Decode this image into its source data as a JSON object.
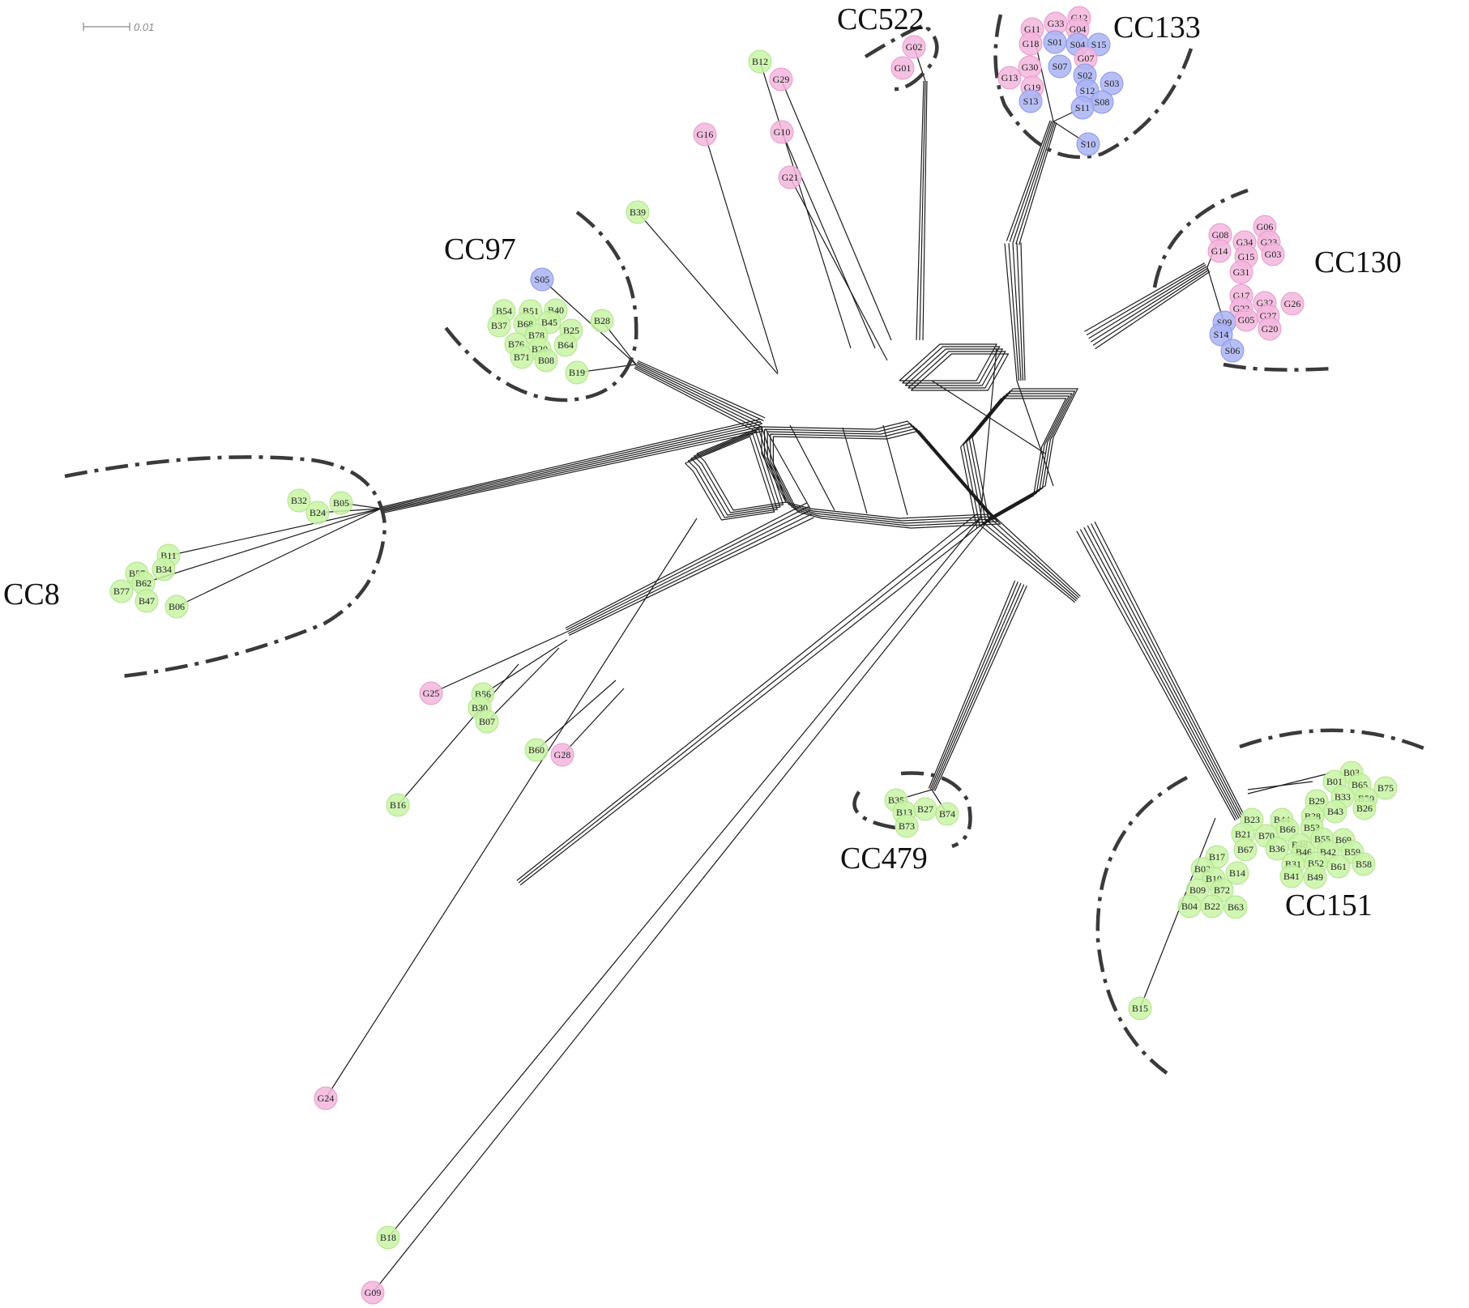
{
  "scale_bar": {
    "label": "0.01"
  },
  "colors": {
    "B": "#c9f3a6",
    "G": "#f3b6dd",
    "S": "#a9b3f3"
  },
  "groups": [
    {
      "name": "CC522",
      "nodes": [
        "G02",
        "G01"
      ]
    },
    {
      "name": "CC133",
      "nodes": [
        "G11",
        "G33",
        "G12",
        "G04",
        "G18",
        "S01",
        "S04",
        "S15",
        "G07",
        "G30",
        "S07",
        "G13",
        "S02",
        "S03",
        "G19",
        "S12",
        "S13",
        "S08",
        "S11",
        "S10"
      ]
    },
    {
      "name": "CC130",
      "nodes": [
        "G08",
        "G06",
        "G34",
        "G23",
        "G14",
        "G15",
        "G03",
        "G31",
        "G17",
        "G32",
        "G26",
        "G22",
        "S09",
        "G27",
        "G05",
        "G20",
        "S14",
        "S06"
      ]
    },
    {
      "name": "CC97",
      "nodes": [
        "S05",
        "B54",
        "B51",
        "B40",
        "B28",
        "B37",
        "B68",
        "B45",
        "B25",
        "B78",
        "B76",
        "B20",
        "B64",
        "B71",
        "B08",
        "B19"
      ]
    },
    {
      "name": "CC8",
      "nodes": [
        "B32",
        "B24",
        "B05",
        "B11",
        "B57",
        "B34",
        "B62",
        "B77",
        "B47",
        "B06"
      ]
    },
    {
      "name": "CC479",
      "nodes": [
        "B35",
        "B13",
        "B27",
        "B74",
        "B73"
      ]
    },
    {
      "name": "CC151",
      "nodes": [
        "B03",
        "B01",
        "B65",
        "B75",
        "B33",
        "B50",
        "B29",
        "B43",
        "B26",
        "B38",
        "B53",
        "B23",
        "B44",
        "B66",
        "B70",
        "B21",
        "B55",
        "B69",
        "B48",
        "B36",
        "B46",
        "B42",
        "B59",
        "B67",
        "B17",
        "B31",
        "B52",
        "B61",
        "B58",
        "B02",
        "B14",
        "B41",
        "B49",
        "B10",
        "B09",
        "B72",
        "B04",
        "B22",
        "B63",
        "B15"
      ]
    }
  ],
  "singletons": [
    "B12",
    "G29",
    "G16",
    "G10",
    "G21",
    "B39",
    "G25",
    "B56",
    "B30",
    "B07",
    "B60",
    "G28",
    "B16",
    "G24",
    "B18",
    "G09"
  ]
}
